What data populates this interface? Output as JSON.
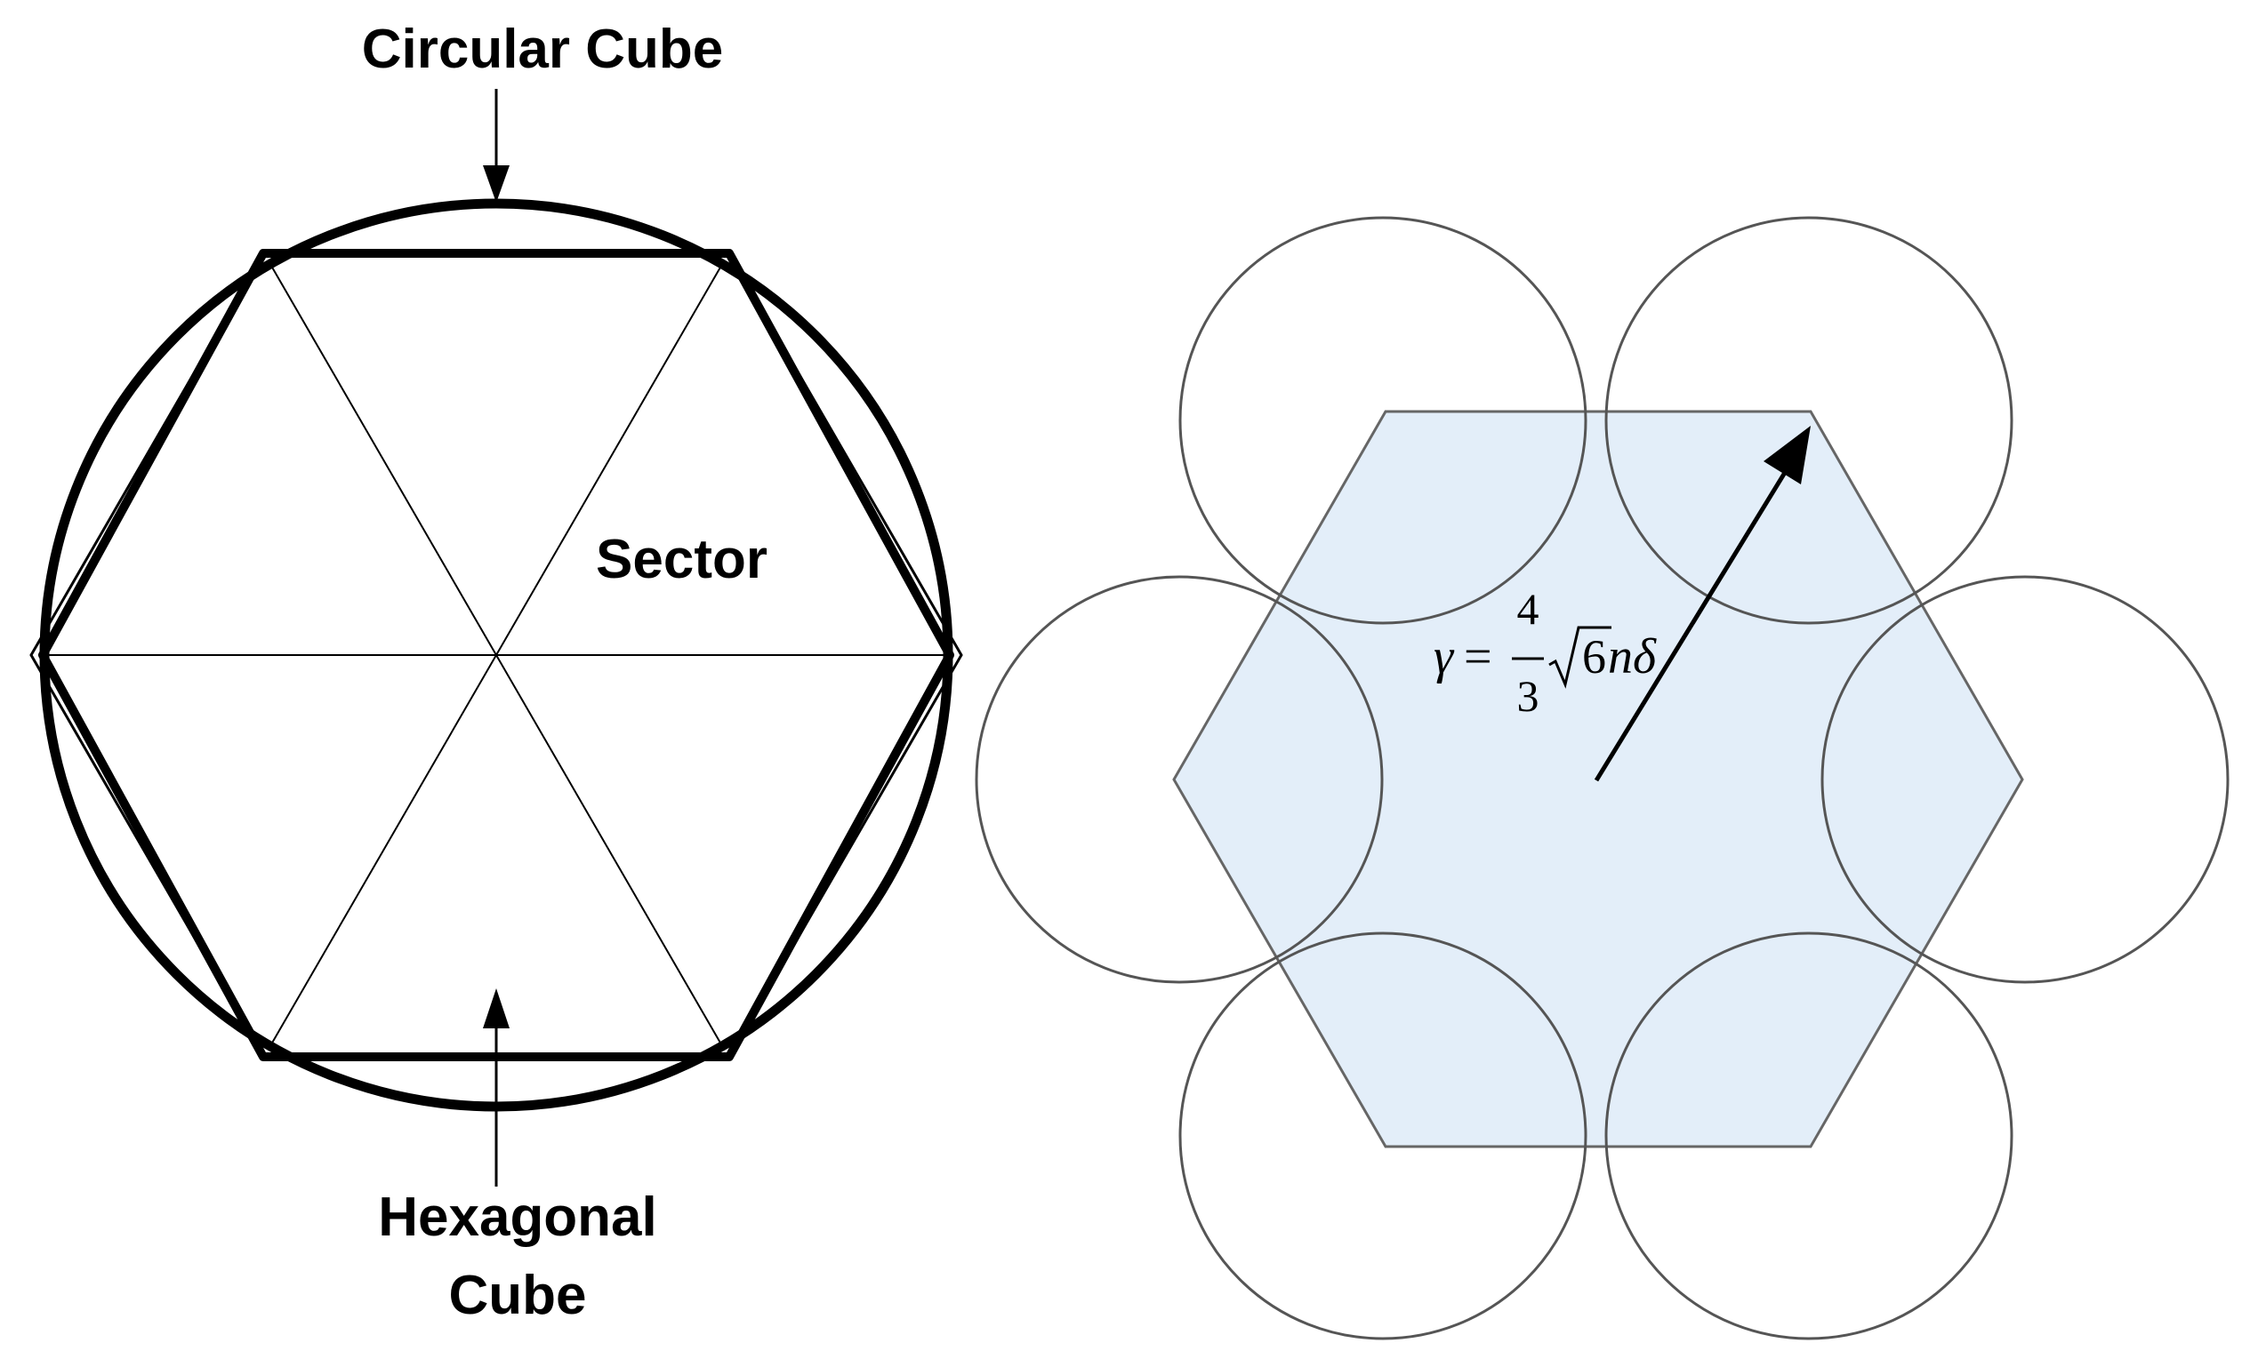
{
  "left_diagram": {
    "circle_label": "Circular Cube",
    "sector_label": "Sector",
    "hex_label_line1": "Hexagonal",
    "hex_label_line2": "Cube"
  },
  "right_diagram": {
    "formula": {
      "gamma": "γ",
      "equals": "=",
      "numerator": "4",
      "denominator": "3",
      "radicand": "6",
      "tail": "nδ"
    }
  },
  "colors": {
    "stroke": "#000000",
    "circle_stroke": "#555555",
    "hexagon_fill": "#e3eef9",
    "hexagon_stroke": "#666666"
  }
}
